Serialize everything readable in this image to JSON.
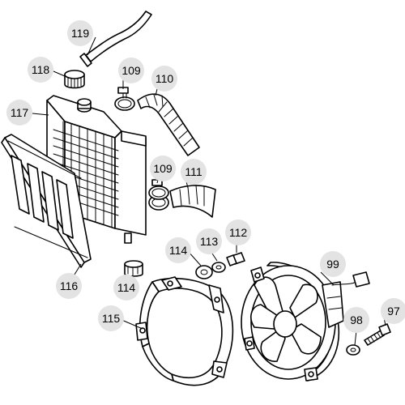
{
  "diagram": {
    "callouts": [
      {
        "id": "c119",
        "label": "119"
      },
      {
        "id": "c118",
        "label": "118"
      },
      {
        "id": "c109a",
        "label": "109"
      },
      {
        "id": "c110",
        "label": "110"
      },
      {
        "id": "c117",
        "label": "117"
      },
      {
        "id": "c109b",
        "label": "109"
      },
      {
        "id": "c111",
        "label": "111"
      },
      {
        "id": "c112",
        "label": "112"
      },
      {
        "id": "c113",
        "label": "113"
      },
      {
        "id": "c114a",
        "label": "114"
      },
      {
        "id": "c99",
        "label": "99"
      },
      {
        "id": "c116",
        "label": "116"
      },
      {
        "id": "c114b",
        "label": "114"
      },
      {
        "id": "c115",
        "label": "115"
      },
      {
        "id": "c98",
        "label": "98"
      },
      {
        "id": "c97",
        "label": "97"
      }
    ]
  }
}
